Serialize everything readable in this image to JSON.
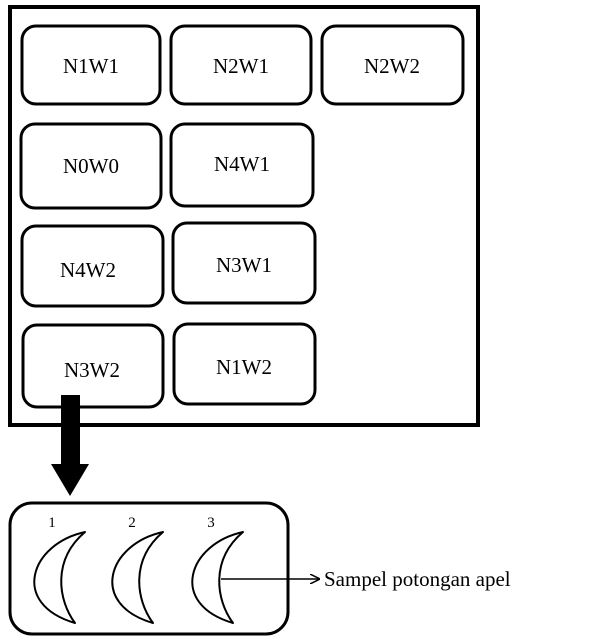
{
  "treatments": [
    "N1W1",
    "N2W1",
    "N2W2",
    "N0W0",
    "N4W1",
    "N4W2",
    "N3W1",
    "N3W2",
    "N1W2"
  ],
  "sample_numbers": [
    "1",
    "2",
    "3"
  ],
  "sample_label": "Sampel potongan apel"
}
